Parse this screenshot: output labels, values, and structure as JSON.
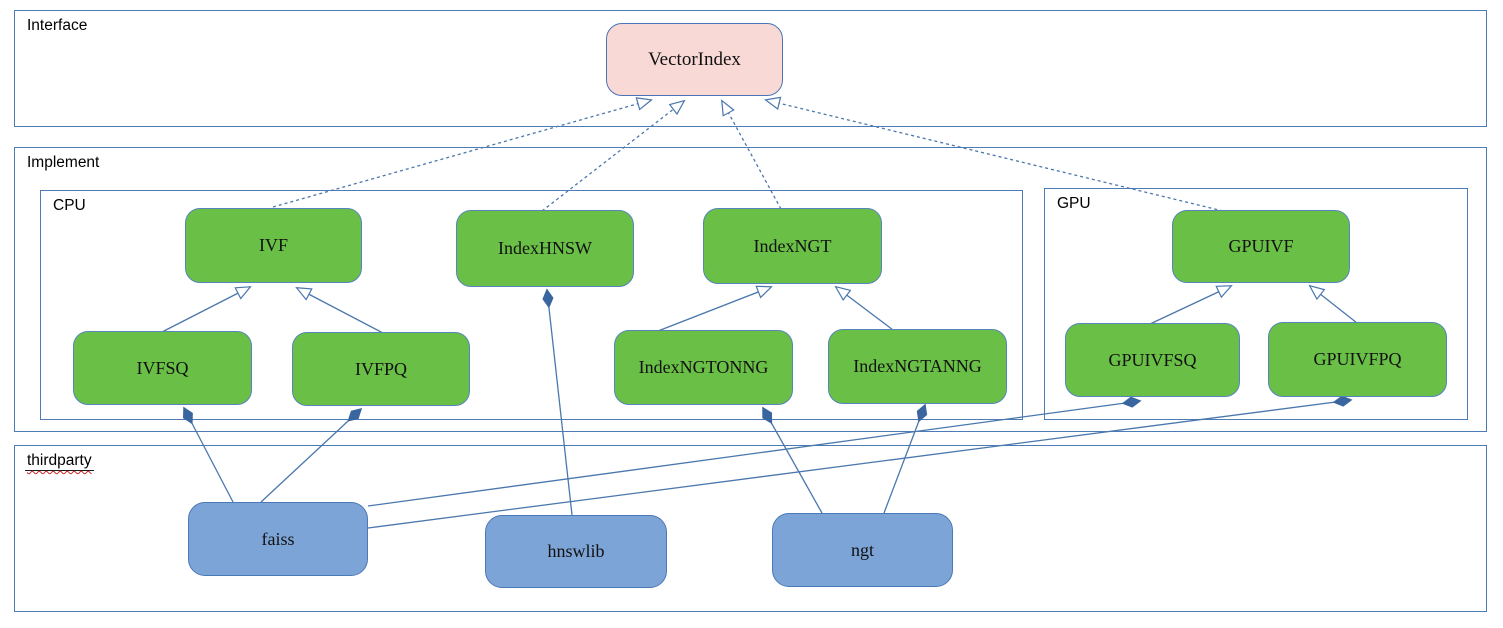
{
  "diagram": {
    "containers": [
      {
        "id": "interface",
        "label": "Interface"
      },
      {
        "id": "implement",
        "label": "Implement"
      },
      {
        "id": "cpu",
        "label": "CPU"
      },
      {
        "id": "gpu",
        "label": "GPU"
      },
      {
        "id": "thirdparty",
        "label": "thirdparty"
      }
    ],
    "nodes": [
      {
        "id": "vectorindex",
        "label": "VectorIndex",
        "kind": "interface",
        "container": "interface"
      },
      {
        "id": "ivf",
        "label": "IVF",
        "kind": "implementation",
        "container": "cpu"
      },
      {
        "id": "indexhnsw",
        "label": "IndexHNSW",
        "kind": "implementation",
        "container": "cpu"
      },
      {
        "id": "indexngt",
        "label": "IndexNGT",
        "kind": "implementation",
        "container": "cpu"
      },
      {
        "id": "ivfsq",
        "label": "IVFSQ",
        "kind": "implementation",
        "container": "cpu"
      },
      {
        "id": "ivfpq",
        "label": "IVFPQ",
        "kind": "implementation",
        "container": "cpu"
      },
      {
        "id": "indexngtonng",
        "label": "IndexNGTONNG",
        "kind": "implementation",
        "container": "cpu"
      },
      {
        "id": "indexngtanng",
        "label": "IndexNGTANNG",
        "kind": "implementation",
        "container": "cpu"
      },
      {
        "id": "gpuivf",
        "label": "GPUIVF",
        "kind": "implementation",
        "container": "gpu"
      },
      {
        "id": "gpuivfsq",
        "label": "GPUIVFSQ",
        "kind": "implementation",
        "container": "gpu"
      },
      {
        "id": "gpuivfpq",
        "label": "GPUIVFPQ",
        "kind": "implementation",
        "container": "gpu"
      },
      {
        "id": "faiss",
        "label": "faiss",
        "kind": "thirdparty",
        "container": "thirdparty"
      },
      {
        "id": "hnswlib",
        "label": "hnswlib",
        "kind": "thirdparty",
        "container": "thirdparty"
      },
      {
        "id": "ngt",
        "label": "ngt",
        "kind": "thirdparty",
        "container": "thirdparty"
      }
    ],
    "edges": [
      {
        "from": "IVF",
        "to": "VectorIndex",
        "type": "realization"
      },
      {
        "from": "IndexHNSW",
        "to": "VectorIndex",
        "type": "realization"
      },
      {
        "from": "IndexNGT",
        "to": "VectorIndex",
        "type": "realization"
      },
      {
        "from": "GPUIVF",
        "to": "VectorIndex",
        "type": "realization"
      },
      {
        "from": "IVFSQ",
        "to": "IVF",
        "type": "generalization"
      },
      {
        "from": "IVFPQ",
        "to": "IVF",
        "type": "generalization"
      },
      {
        "from": "IndexNGTONNG",
        "to": "IndexNGT",
        "type": "generalization"
      },
      {
        "from": "IndexNGTANNG",
        "to": "IndexNGT",
        "type": "generalization"
      },
      {
        "from": "GPUIVFSQ",
        "to": "GPUIVF",
        "type": "generalization"
      },
      {
        "from": "GPUIVFPQ",
        "to": "GPUIVF",
        "type": "generalization"
      },
      {
        "from": "faiss",
        "to": "IVFSQ",
        "type": "composition"
      },
      {
        "from": "faiss",
        "to": "IVFPQ",
        "type": "composition"
      },
      {
        "from": "faiss",
        "to": "GPUIVFSQ",
        "type": "composition"
      },
      {
        "from": "faiss",
        "to": "GPUIVFPQ",
        "type": "composition"
      },
      {
        "from": "hnswlib",
        "to": "IndexHNSW",
        "type": "composition"
      },
      {
        "from": "ngt",
        "to": "IndexNGTONNG",
        "type": "composition"
      },
      {
        "from": "ngt",
        "to": "IndexNGTANNG",
        "type": "composition"
      }
    ],
    "colors": {
      "interface_fill": "#f9d9d6",
      "implementation_fill": "#6abf46",
      "thirdparty_fill": "#7da4d6",
      "connector_line": "#4a77ad",
      "container_border": "#4d7bb5",
      "spellcheck_squiggle": "#cc2222"
    }
  }
}
